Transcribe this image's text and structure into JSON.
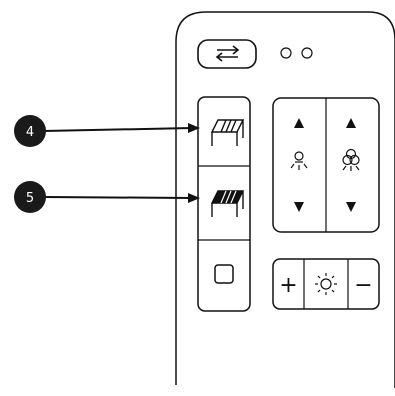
{
  "callouts": [
    {
      "number": "4",
      "target": "pergola-partial-button"
    },
    {
      "number": "5",
      "target": "pergola-full-button"
    }
  ],
  "remote": {
    "top_button": {
      "icon": "swap-arrows-icon"
    },
    "indicator_leds": 2,
    "left_column": [
      {
        "name": "pergola-partial-button",
        "icon": "pergola-outline-icon"
      },
      {
        "name": "pergola-full-button",
        "icon": "pergola-filled-icon"
      },
      {
        "name": "square-button",
        "icon": "square-icon"
      }
    ],
    "light_controls": {
      "left": {
        "up": "up-arrow",
        "icon": "single-light-icon",
        "down": "down-arrow"
      },
      "right": {
        "up": "up-arrow",
        "icon": "rgb-light-icon",
        "down": "down-arrow"
      }
    },
    "brightness": {
      "plus": "+",
      "icon": "brightness-icon",
      "minus": "−"
    }
  },
  "colors": {
    "callout_fill": "#1a1a1a",
    "stroke": "#111111",
    "background": "#ffffff"
  }
}
